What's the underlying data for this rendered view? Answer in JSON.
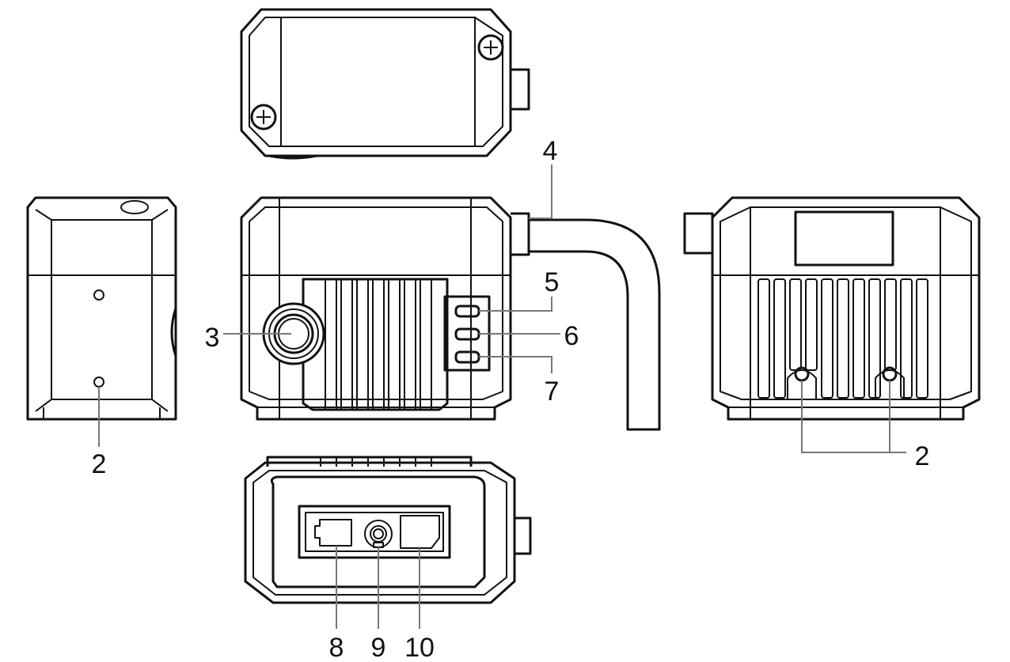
{
  "labels": {
    "left_mount_hole": "2",
    "lens": "3",
    "cable": "4",
    "led_1": "5",
    "led_2": "6",
    "led_3": "7",
    "right_mount_holes": "2",
    "port": "8",
    "dial": "9",
    "card_slot": "10"
  },
  "colors": {
    "line": "#111111",
    "leader": "#777777"
  }
}
